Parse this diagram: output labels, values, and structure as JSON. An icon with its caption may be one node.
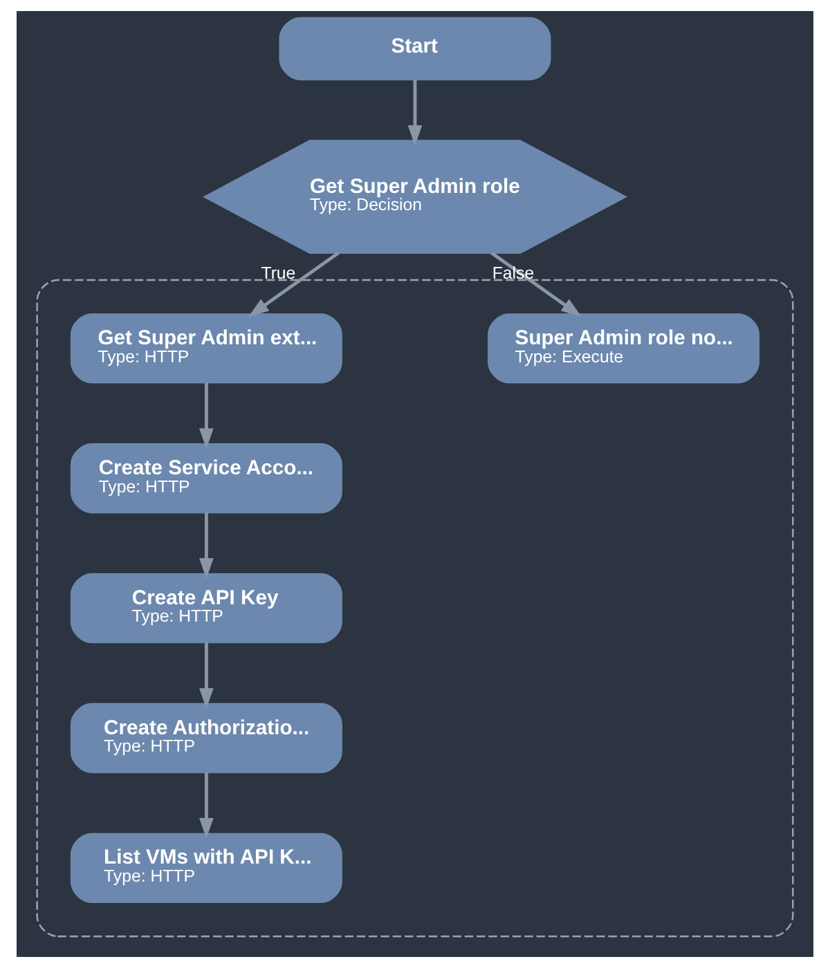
{
  "diagram": {
    "nodes": [
      {
        "text": [
          "Start"
        ]
      },
      {
        "text": [
          "Get Super Admin role",
          "Type: Decision"
        ]
      },
      {
        "text": [],
        "shape": "box"
      },
      {
        "text": [
          "Super Admin role no...",
          "Type: Execute"
        ],
        "in": 2
      },
      {
        "text": [
          "Get Super Admin ext...",
          "Type: HTTP"
        ],
        "in": 2
      },
      {
        "text": [
          "Create Service Acco...",
          "Type: HTTP"
        ],
        "in": 2
      },
      {
        "text": [
          "Create API Key",
          "Type: HTTP"
        ],
        "in": 2
      },
      {
        "text": [
          "Create Authorizatio...",
          "Type: HTTP"
        ],
        "in": 2
      },
      {
        "text": [
          "List VMs with API K...",
          "Type: HTTP"
        ],
        "in": 2
      }
    ],
    "edges": [
      {
        "from": 0,
        "to": 1,
        "arrow": "to"
      },
      {
        "from": 1,
        "to": 3,
        "arrow": "to",
        "label": "False"
      },
      {
        "from": 1,
        "to": 4,
        "arrow": "to",
        "label": "True"
      },
      {
        "from": 4,
        "to": 5,
        "arrow": "to"
      },
      {
        "from": 5,
        "to": 6,
        "arrow": "to"
      },
      {
        "from": 6,
        "to": 7,
        "arrow": "to"
      },
      {
        "from": 7,
        "to": 8,
        "arrow": "to"
      }
    ]
  }
}
